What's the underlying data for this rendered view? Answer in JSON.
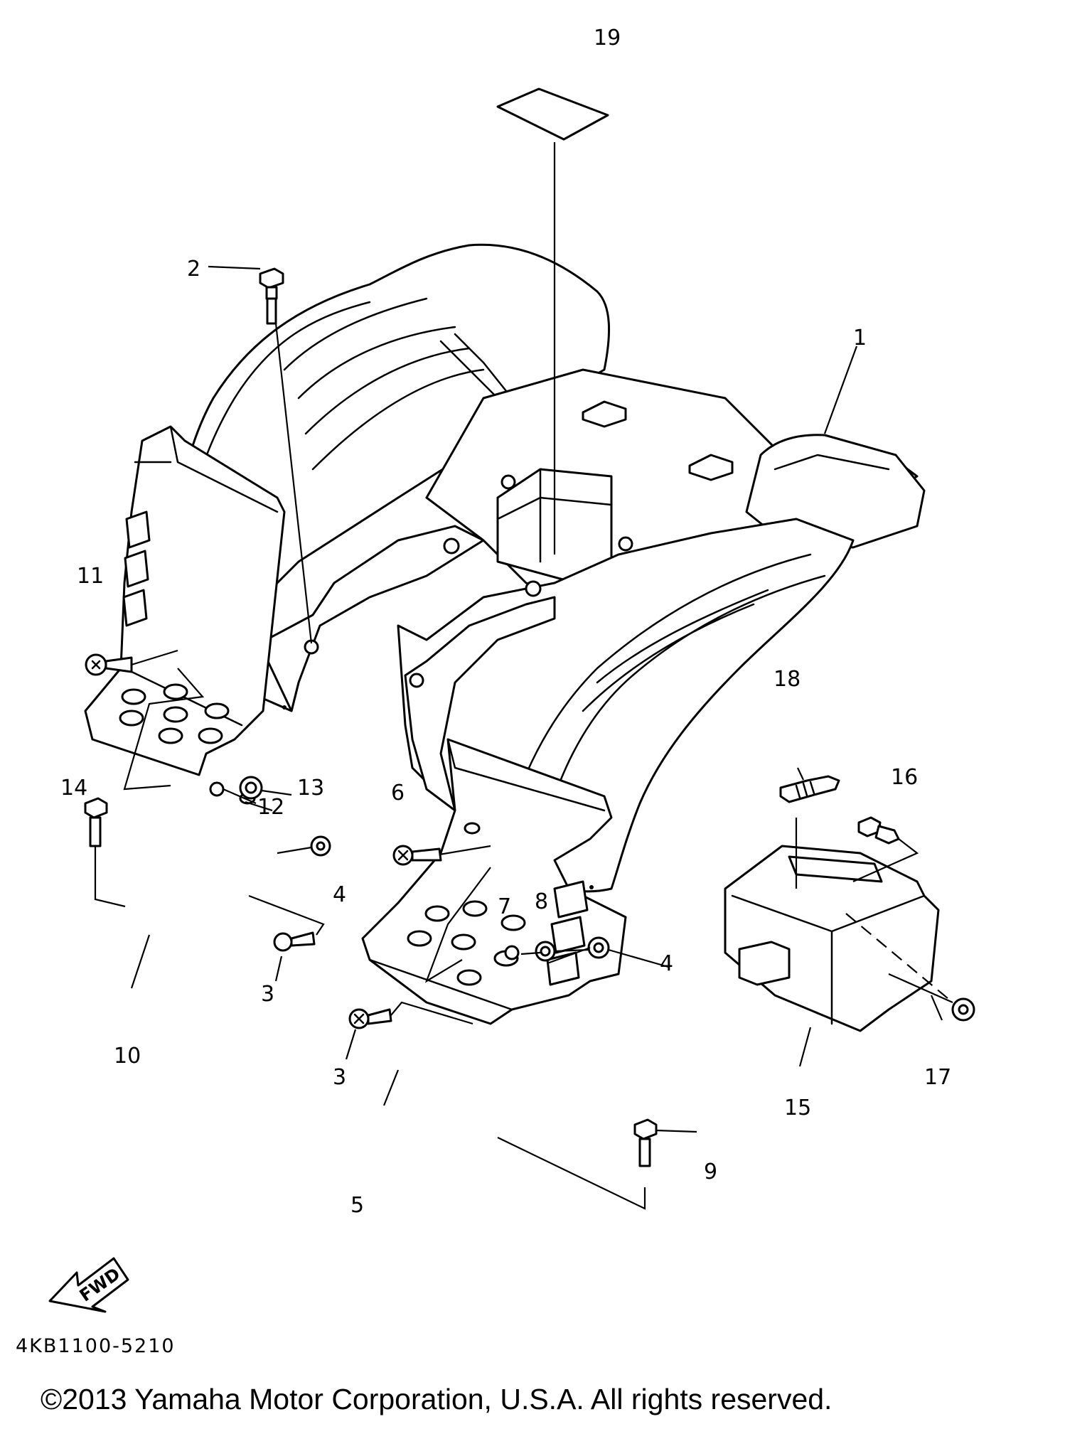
{
  "callouts": {
    "c1": "1",
    "c2": "2",
    "c3a": "3",
    "c3b": "3",
    "c4a": "4",
    "c4b": "4",
    "c5": "5",
    "c6": "6",
    "c7": "7",
    "c8": "8",
    "c9": "9",
    "c10": "10",
    "c11": "11",
    "c12": "12",
    "c13": "13",
    "c14": "14",
    "c15": "15",
    "c16": "16",
    "c17": "17",
    "c18": "18",
    "c19": "19"
  },
  "fwd_label": "FWD",
  "drawing_code": "4KB1100-5210",
  "copyright": "©2013 Yamaha Motor Corporation, U.S.A. All rights reserved."
}
